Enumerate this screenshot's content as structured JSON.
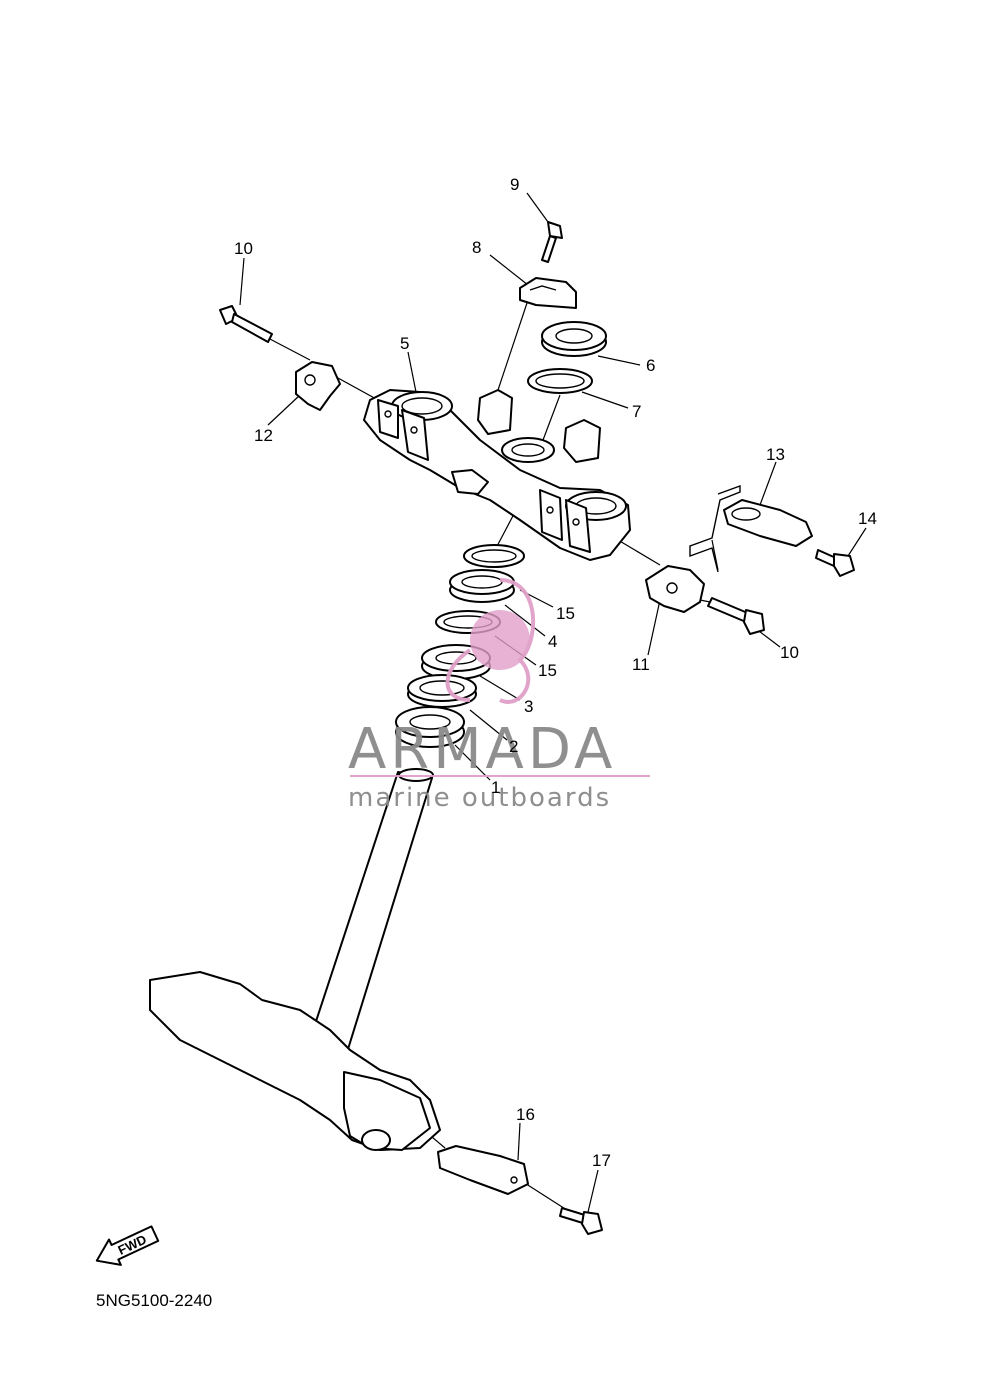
{
  "callouts": {
    "c9": "9",
    "c8": "8",
    "c10a": "10",
    "c5": "5",
    "c6": "6",
    "c7": "7",
    "c12": "12",
    "c13": "13",
    "c14": "14",
    "c15a": "15",
    "c4": "4",
    "c15b": "15",
    "c11": "11",
    "c10b": "10",
    "c3": "3",
    "c2": "2",
    "c1": "1",
    "c16": "16",
    "c17": "17"
  },
  "watermark": {
    "brand": "ARMADA",
    "tagline": "marine outboards",
    "brand_color": "#8a8a8a",
    "accent_color": "#e0a0c8"
  },
  "fwd_arrow": {
    "label": "FWD"
  },
  "diagram_code": "5NG5100-2240"
}
